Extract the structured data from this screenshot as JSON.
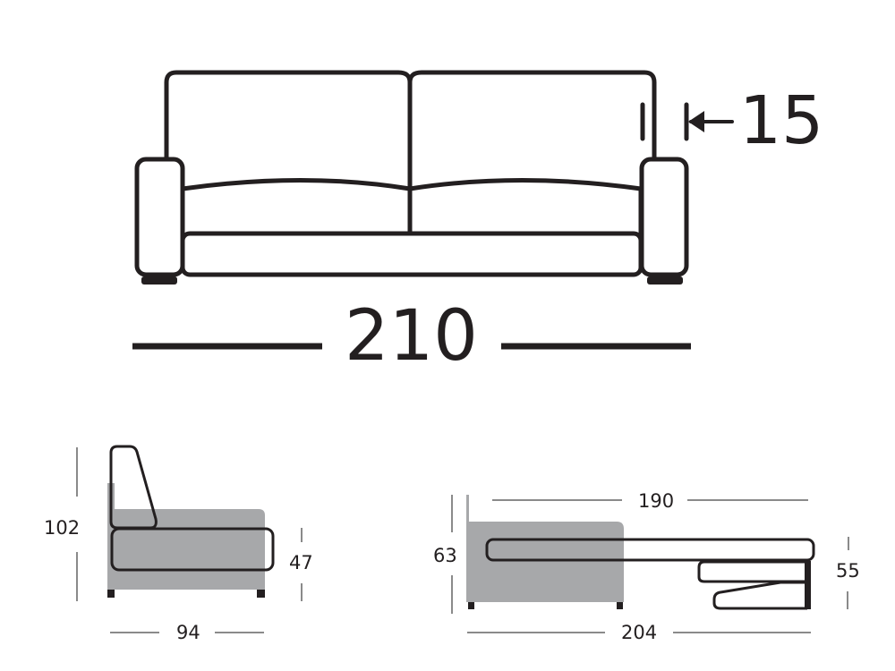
{
  "front_view": {
    "width_label": "210",
    "armrest_label": "15"
  },
  "side_view": {
    "height_label": "102",
    "seat_height_label": "47",
    "depth_label": "94"
  },
  "bed_view": {
    "length_label": "190",
    "height_label": "63",
    "bed_height_label": "55",
    "total_length_label": "204"
  },
  "colors": {
    "stroke": "#231f20",
    "body_fill": "#a7a8aa",
    "dim_line": "#8a8a8a"
  }
}
